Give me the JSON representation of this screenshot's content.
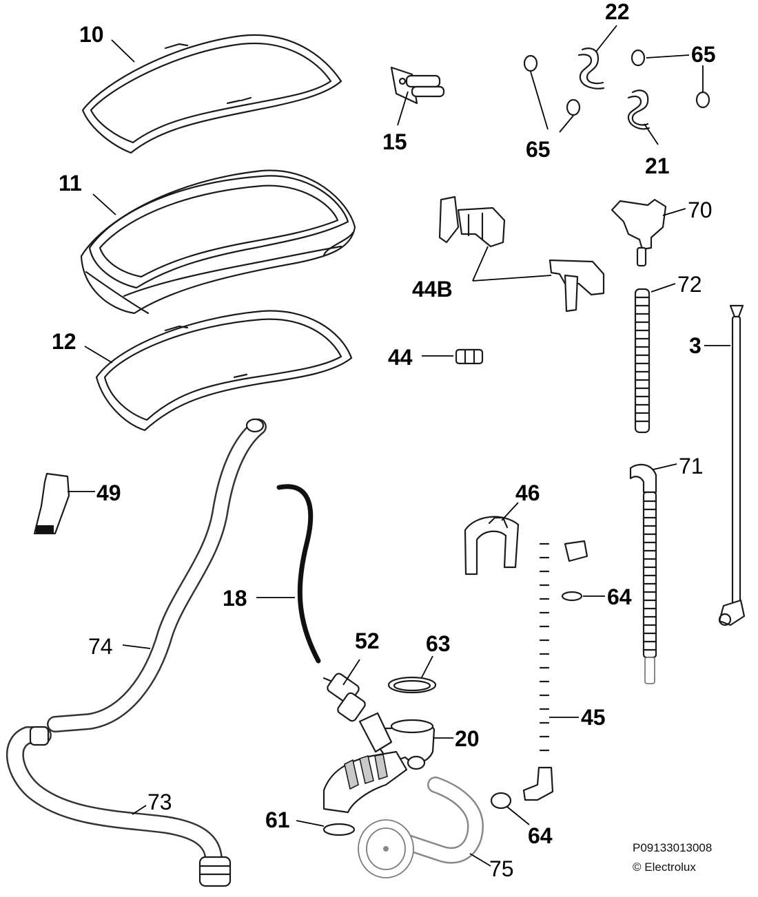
{
  "callouts": {
    "c10": "10",
    "c11": "11",
    "c12": "12",
    "c15": "15",
    "c22": "22",
    "c21": "21",
    "c65a": "65",
    "c65b": "65",
    "c70": "70",
    "c72": "72",
    "c44b": "44B",
    "c44": "44",
    "c3": "3",
    "c49": "49",
    "c46": "46",
    "c71": "71",
    "c18": "18",
    "c74": "74",
    "c52": "52",
    "c63": "63",
    "c64a": "64",
    "c45": "45",
    "c20": "20",
    "c73": "73",
    "c61": "61",
    "c64b": "64",
    "c75": "75"
  },
  "footer": {
    "drawing_id": "P09133013008",
    "copyright": "© Electrolux"
  }
}
